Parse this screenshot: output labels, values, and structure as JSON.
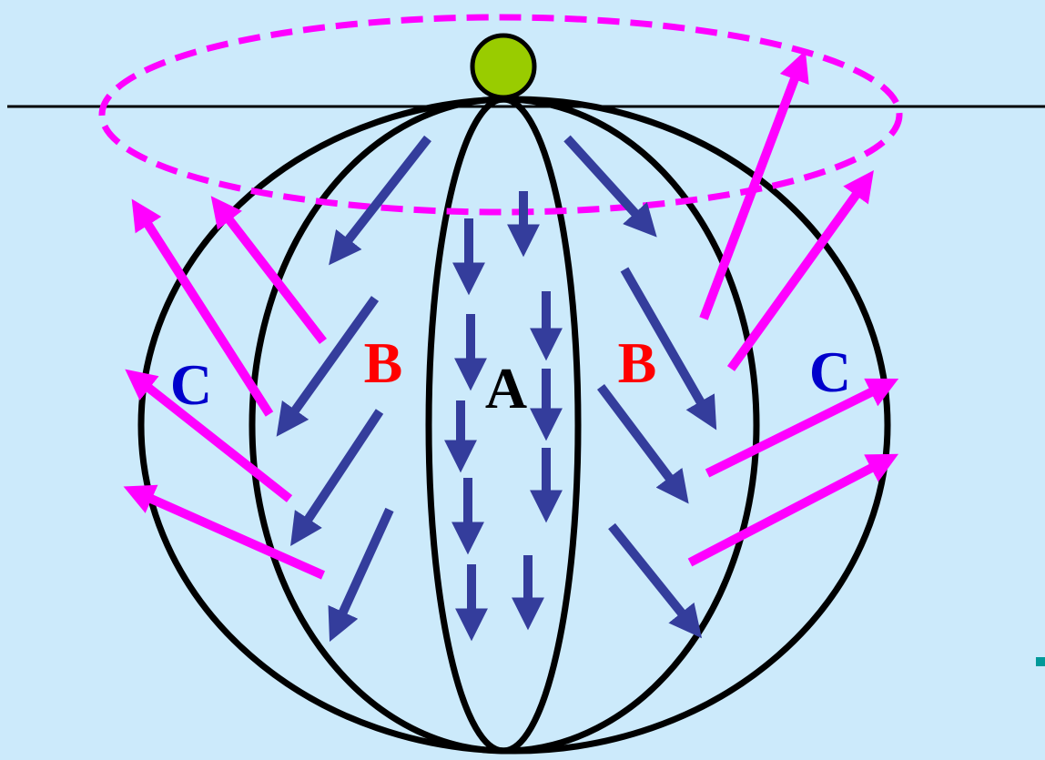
{
  "labels": {
    "center": "A",
    "left_inner": "B",
    "right_inner": "B",
    "left_outer": "C",
    "right_outer": "C"
  },
  "colors": {
    "background": "#cceafb",
    "outline": "#000000",
    "inward_arrow": "#343d9c",
    "outward_arrow": "#ff00ff",
    "dashed_ring": "#ff00ff",
    "top_ball": "#99cc00",
    "label_center": "#000000",
    "label_inner": "#ff0000",
    "label_outer": "#0000cc",
    "corner_mark": "#009999"
  }
}
